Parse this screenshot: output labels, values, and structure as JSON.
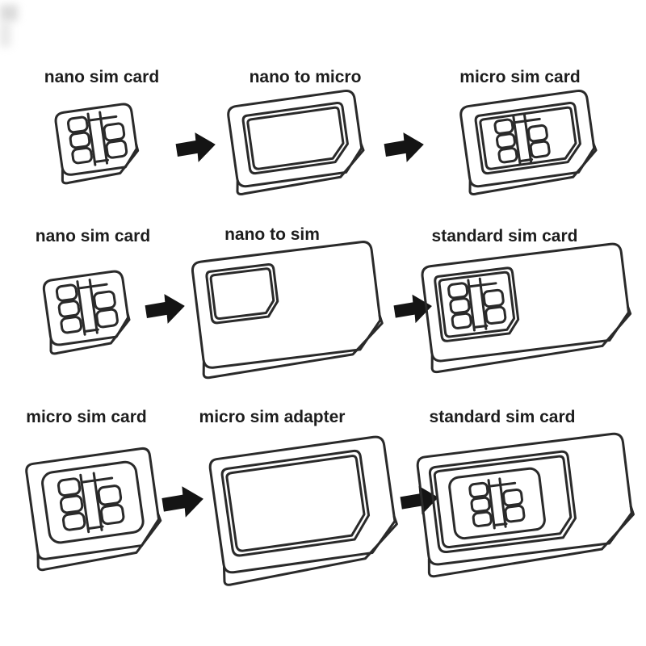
{
  "style": {
    "page_bg": "#ffffff",
    "line_color": "#2a2a2a",
    "arrow_color": "#141414",
    "label_color": "#1d1d1d"
  },
  "icons": {
    "flow_arrow": "arrow-right",
    "drawings": [
      "nano-sim-card",
      "nano-to-micro-adapter",
      "micro-sim-card-assembled",
      "nano-to-sim-adapter",
      "standard-sim-card-assembled",
      "micro-sim-card",
      "micro-sim-adapter",
      "standard-sim-card-assembled-micro"
    ]
  },
  "rows": [
    {
      "source_label": "nano sim card",
      "adapter_label": "nano to micro",
      "result_label": "micro sim card"
    },
    {
      "source_label": "nano sim card",
      "adapter_label": "nano to sim",
      "result_label": "standard sim card"
    },
    {
      "source_label": "micro sim card",
      "adapter_label": "micro sim adapter",
      "result_label": "standard sim card"
    }
  ]
}
